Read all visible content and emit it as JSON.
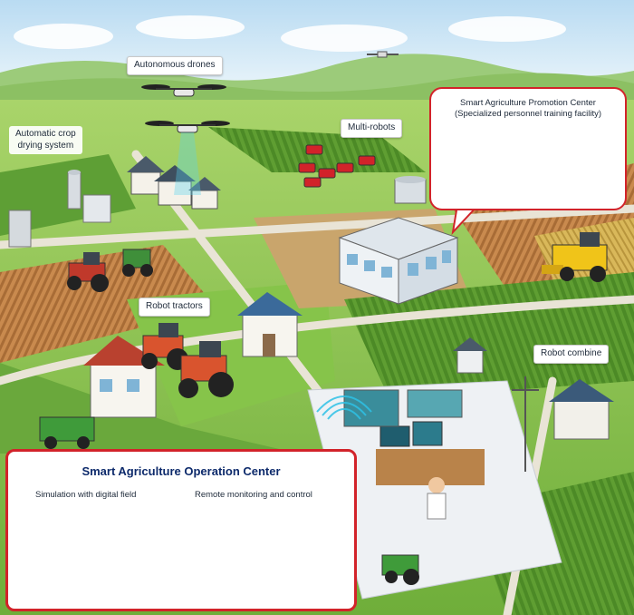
{
  "labels": {
    "autonomous_drones": "Autonomous drones",
    "crop_drying_line1": "Automatic crop",
    "crop_drying_line2": "drying system",
    "multi_robots": "Multi-robots",
    "robot_tractors": "Robot tractors",
    "robot_combine": "Robot combine"
  },
  "promotion_center": {
    "title_line1": "Smart Agriculture Promotion Center",
    "title_line2": "(Specialized personnel training facility)"
  },
  "operation_center": {
    "title": "Smart Agriculture Operation Center",
    "left_caption": "Simulation with digital field",
    "right_caption": "Remote monitoring and control"
  },
  "colors": {
    "frame_red": "#d2232a",
    "title_navy": "#0d2a6b",
    "field_green": "#7fbf3f",
    "sky_blue": "#cfe6f5"
  }
}
